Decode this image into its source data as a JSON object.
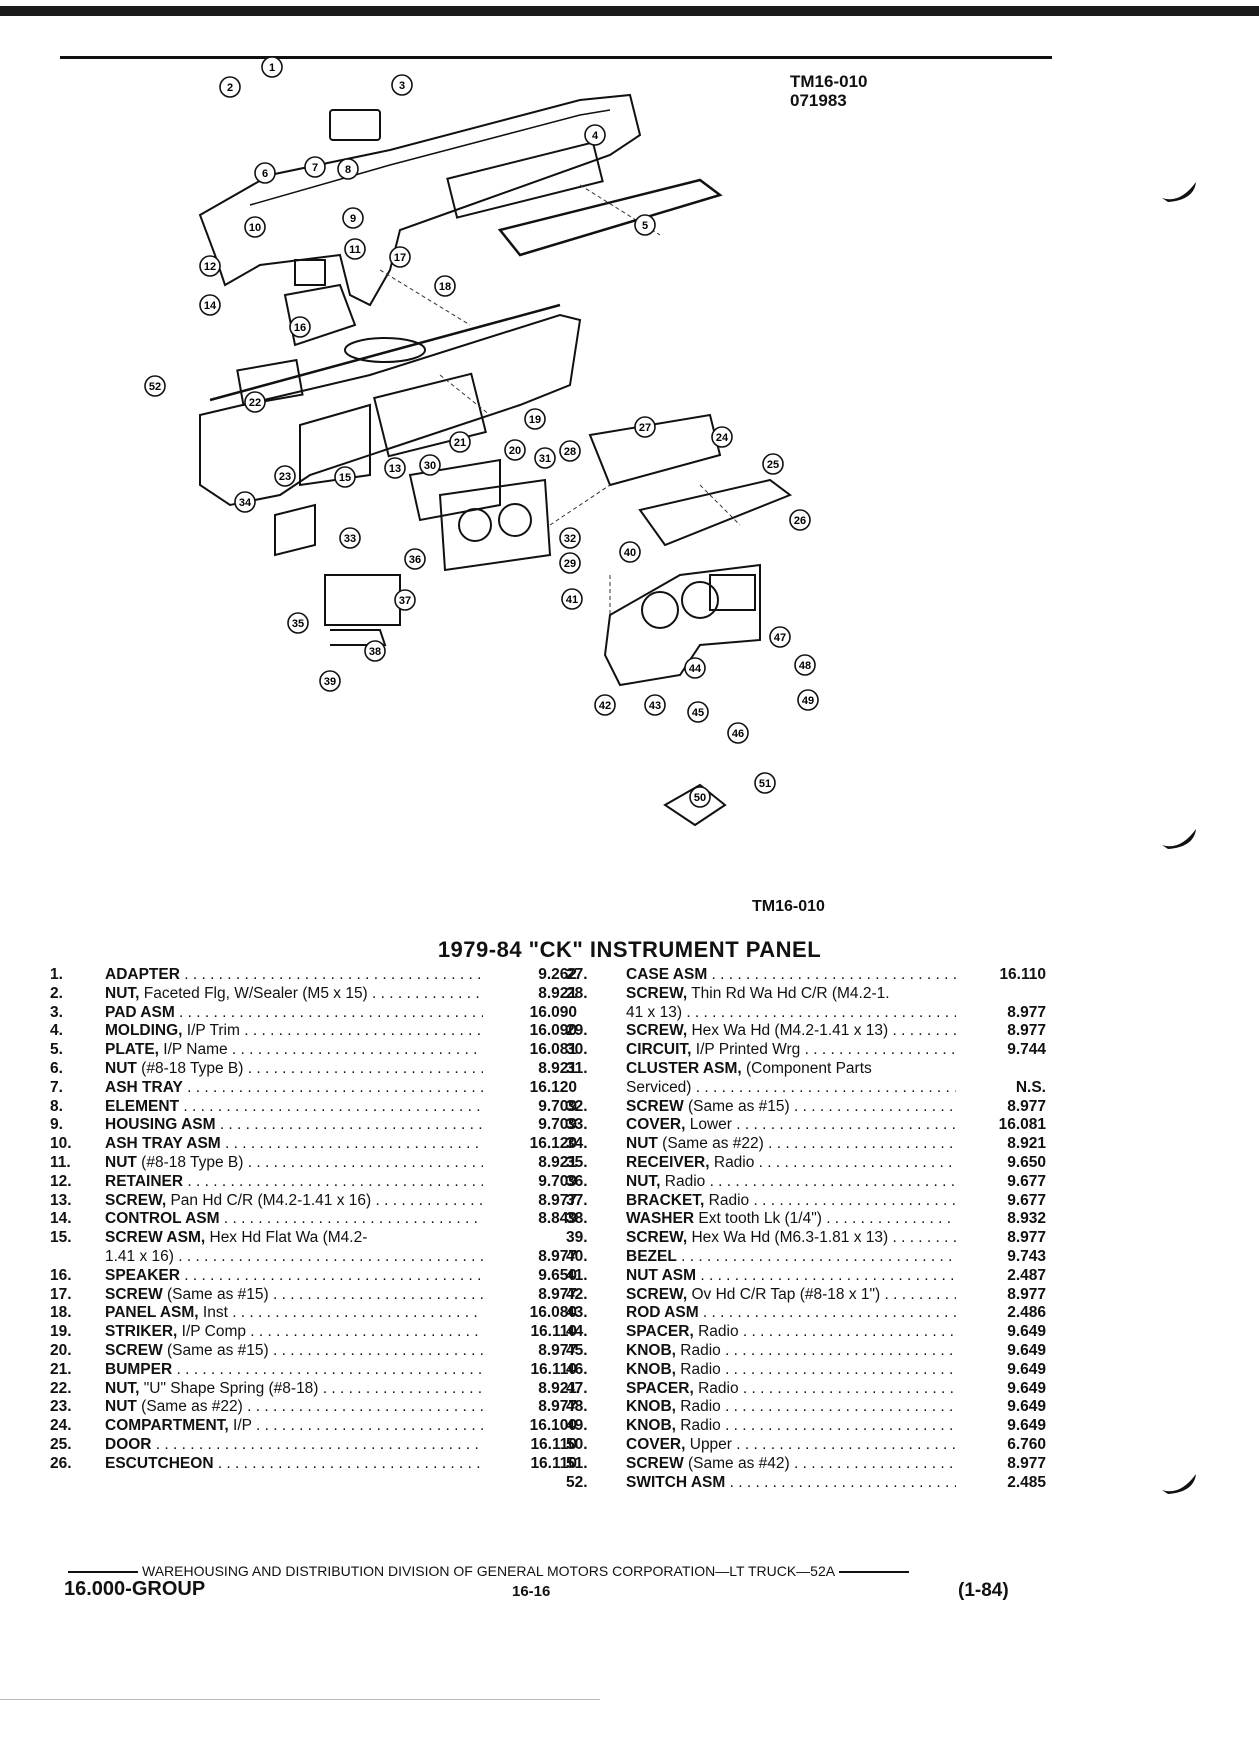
{
  "figure": {
    "ref_code": "TM16-010",
    "ref_date": "071983",
    "caption": "TM16-010",
    "callouts": [
      "1",
      "2",
      "3",
      "4",
      "5",
      "6",
      "7",
      "8",
      "9",
      "10",
      "11",
      "12",
      "13",
      "14",
      "15",
      "16",
      "17",
      "18",
      "19",
      "20",
      "21",
      "22",
      "23",
      "24",
      "25",
      "26",
      "27",
      "28",
      "29",
      "30",
      "31",
      "32",
      "33",
      "34",
      "35",
      "36",
      "37",
      "38",
      "39",
      "40",
      "41",
      "42",
      "43",
      "44",
      "45",
      "46",
      "47",
      "48",
      "49",
      "50",
      "51",
      "52"
    ]
  },
  "title": "1979-84 \"CK\" INSTRUMENT PANEL",
  "parts_left": [
    {
      "num": "1.",
      "name": "ADAPTER",
      "desc": "",
      "group": "9.262"
    },
    {
      "num": "2.",
      "name": "NUT,",
      "desc": "Faceted Flg, W/Sealer (M5 x 15)",
      "group": "8.921"
    },
    {
      "num": "3.",
      "name": "PAD ASM",
      "desc": "",
      "group": "16.090"
    },
    {
      "num": "4.",
      "name": "MOLDING,",
      "desc": "I/P Trim",
      "group": "16.090"
    },
    {
      "num": "5.",
      "name": "PLATE,",
      "desc": "I/P Name",
      "group": "16.081"
    },
    {
      "num": "6.",
      "name": "NUT",
      "desc": "(#8-18 Type B)",
      "group": "8.921"
    },
    {
      "num": "7.",
      "name": "ASH TRAY",
      "desc": "",
      "group": "16.120"
    },
    {
      "num": "8.",
      "name": "ELEMENT",
      "desc": "",
      "group": "9.709"
    },
    {
      "num": "9.",
      "name": "HOUSING ASM",
      "desc": "",
      "group": "9.709"
    },
    {
      "num": "10.",
      "name": "ASH TRAY ASM",
      "desc": "",
      "group": "16.120"
    },
    {
      "num": "11.",
      "name": "NUT",
      "desc": "(#8-18 Type B)",
      "group": "8.921"
    },
    {
      "num": "12.",
      "name": "RETAINER",
      "desc": "",
      "group": "9.709"
    },
    {
      "num": "13.",
      "name": "SCREW,",
      "desc": "Pan Hd C/R (M4.2-1.41 x 16)",
      "group": "8.977"
    },
    {
      "num": "14.",
      "name": "CONTROL ASM",
      "desc": "",
      "group": "8.849"
    },
    {
      "num": "15.",
      "name": "SCREW ASM,",
      "desc": "Hex Hd Flat Wa (M4.2-",
      "group": ""
    },
    {
      "num": "",
      "name": "",
      "desc": "1.41 x 16)",
      "group": "8.977"
    },
    {
      "num": "16.",
      "name": "SPEAKER",
      "desc": "",
      "group": "9.650"
    },
    {
      "num": "17.",
      "name": "SCREW",
      "desc": "(Same as #15)",
      "group": "8.977"
    },
    {
      "num": "18.",
      "name": "PANEL ASM,",
      "desc": "Inst",
      "group": "16.080"
    },
    {
      "num": "19.",
      "name": "STRIKER,",
      "desc": "I/P Comp",
      "group": "16.110"
    },
    {
      "num": "20.",
      "name": "SCREW",
      "desc": "(Same as #15)",
      "group": "8.977"
    },
    {
      "num": "21.",
      "name": "BUMPER",
      "desc": "",
      "group": "16.110"
    },
    {
      "num": "22.",
      "name": "NUT,",
      "desc": "\"U\" Shape Spring (#8-18)",
      "group": "8.921"
    },
    {
      "num": "23.",
      "name": "NUT",
      "desc": "(Same as #22)",
      "group": "8.977"
    },
    {
      "num": "24.",
      "name": "COMPARTMENT,",
      "desc": "I/P",
      "group": "16.100"
    },
    {
      "num": "25.",
      "name": "DOOR",
      "desc": "",
      "group": "16.110"
    },
    {
      "num": "26.",
      "name": "ESCUTCHEON",
      "desc": "",
      "group": "16.110"
    }
  ],
  "parts_right": [
    {
      "num": "27.",
      "name": "CASE ASM",
      "desc": "",
      "group": "16.110"
    },
    {
      "num": "28.",
      "name": "SCREW,",
      "desc": "Thin Rd Wa Hd C/R (M4.2-1.",
      "group": ""
    },
    {
      "num": "",
      "name": "",
      "desc": "41 x 13)",
      "group": "8.977"
    },
    {
      "num": "29.",
      "name": "SCREW,",
      "desc": "Hex Wa Hd (M4.2-1.41 x 13)",
      "group": "8.977"
    },
    {
      "num": "30.",
      "name": "CIRCUIT,",
      "desc": "I/P Printed Wrg",
      "group": "9.744"
    },
    {
      "num": "31.",
      "name": "CLUSTER ASM,",
      "desc": "(Component Parts",
      "group": ""
    },
    {
      "num": "",
      "name": "",
      "desc": "Serviced)",
      "group": "N.S."
    },
    {
      "num": "32.",
      "name": "SCREW",
      "desc": "(Same as #15)",
      "group": "8.977"
    },
    {
      "num": "33.",
      "name": "COVER,",
      "desc": "Lower",
      "group": "16.081"
    },
    {
      "num": "34.",
      "name": "NUT",
      "desc": "(Same as #22)",
      "group": "8.921"
    },
    {
      "num": "35.",
      "name": "RECEIVER,",
      "desc": "Radio",
      "group": "9.650"
    },
    {
      "num": "36.",
      "name": "NUT,",
      "desc": "Radio",
      "group": "9.677"
    },
    {
      "num": "37.",
      "name": "BRACKET,",
      "desc": "Radio",
      "group": "9.677"
    },
    {
      "num": "38.",
      "name": "WASHER",
      "desc": "Ext tooth Lk (1/4\")",
      "group": "8.932"
    },
    {
      "num": "39.",
      "name": "SCREW,",
      "desc": "Hex Wa Hd (M6.3-1.81 x 13)",
      "group": "8.977"
    },
    {
      "num": "40.",
      "name": "BEZEL",
      "desc": "",
      "group": "9.743"
    },
    {
      "num": "41.",
      "name": "NUT ASM",
      "desc": "",
      "group": "2.487"
    },
    {
      "num": "42.",
      "name": "SCREW,",
      "desc": "Ov Hd C/R Tap (#8-18 x 1\")",
      "group": "8.977"
    },
    {
      "num": "43.",
      "name": "ROD ASM",
      "desc": "",
      "group": "2.486"
    },
    {
      "num": "44.",
      "name": "SPACER,",
      "desc": "Radio",
      "group": "9.649"
    },
    {
      "num": "45.",
      "name": "KNOB,",
      "desc": "Radio",
      "group": "9.649"
    },
    {
      "num": "46.",
      "name": "KNOB,",
      "desc": "Radio",
      "group": "9.649"
    },
    {
      "num": "47.",
      "name": "SPACER,",
      "desc": "Radio",
      "group": "9.649"
    },
    {
      "num": "48.",
      "name": "KNOB,",
      "desc": "Radio",
      "group": "9.649"
    },
    {
      "num": "49.",
      "name": "KNOB,",
      "desc": "Radio",
      "group": "9.649"
    },
    {
      "num": "50.",
      "name": "COVER,",
      "desc": "Upper",
      "group": "6.760"
    },
    {
      "num": "51.",
      "name": "SCREW",
      "desc": "(Same as #42)",
      "group": "8.977"
    },
    {
      "num": "52.",
      "name": "SWITCH ASM",
      "desc": "",
      "group": "2.485"
    }
  ],
  "footer": {
    "line": "WAREHOUSING AND DISTRIBUTION DIVISION OF GENERAL MOTORS CORPORATION—LT TRUCK—52A",
    "group": "16.000-GROUP",
    "page": "16-16",
    "date": "(1-84)"
  }
}
